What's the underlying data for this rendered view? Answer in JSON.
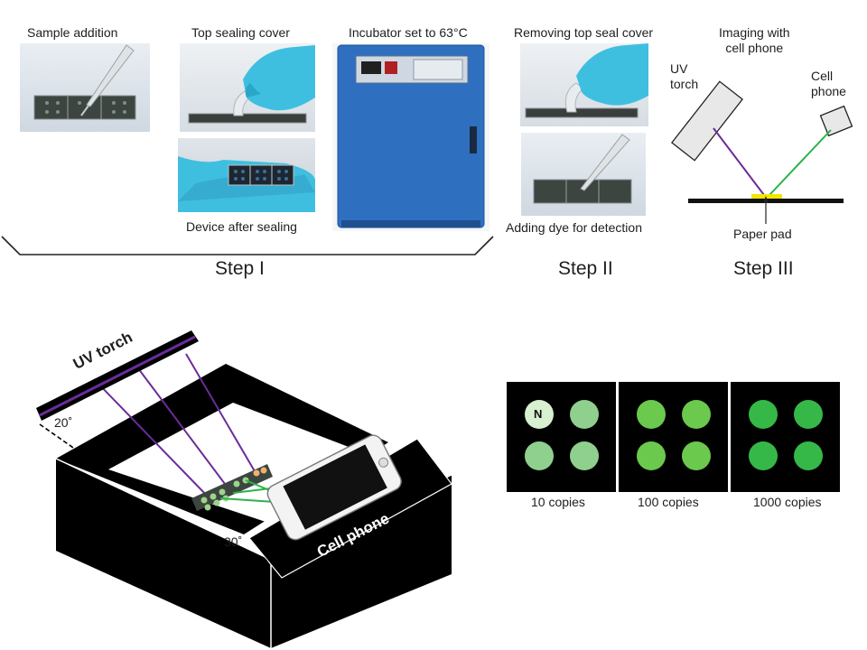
{
  "step1": {
    "photos": {
      "sample_addition": "Sample addition",
      "top_sealing_cover": "Top sealing cover",
      "device_after_sealing": "Device after sealing",
      "incubator": "Incubator set to 63°C"
    },
    "step_label": "Step I"
  },
  "step2": {
    "photos": {
      "removing_cover": "Removing top seal cover",
      "adding_dye": "Adding dye for detection"
    },
    "step_label": "Step II"
  },
  "step3": {
    "title_line1": "Imaging with",
    "title_line2": "cell phone",
    "uv_line1": "UV",
    "uv_line2": "torch",
    "phone_line1": "Cell",
    "phone_line2": "phone",
    "pad_label": "Paper pad",
    "step_label": "Step III"
  },
  "box_setup": {
    "uv_torch_label": "UV torch",
    "torch_angle": "20˚",
    "phone_angle": "30˚",
    "phone_label": "Cell phone"
  },
  "results": {
    "negative_label": "N",
    "panels": [
      {
        "caption": "10 copies"
      },
      {
        "caption": "100 copies"
      },
      {
        "caption": "1000 copies"
      }
    ]
  },
  "colors": {
    "uv_beam": "#6a2c9a",
    "green_beam": "#2bb34a",
    "device_blue": "#2f6fc0",
    "glove": "#3fbfe0",
    "pad_yellow": "#f2e600",
    "panel_bg": "#000000",
    "dot_10": "#8fd08f",
    "dot_100": "#6bc94d",
    "dot_1000": "#36b848",
    "dot_negative": "#d6f0d0"
  }
}
